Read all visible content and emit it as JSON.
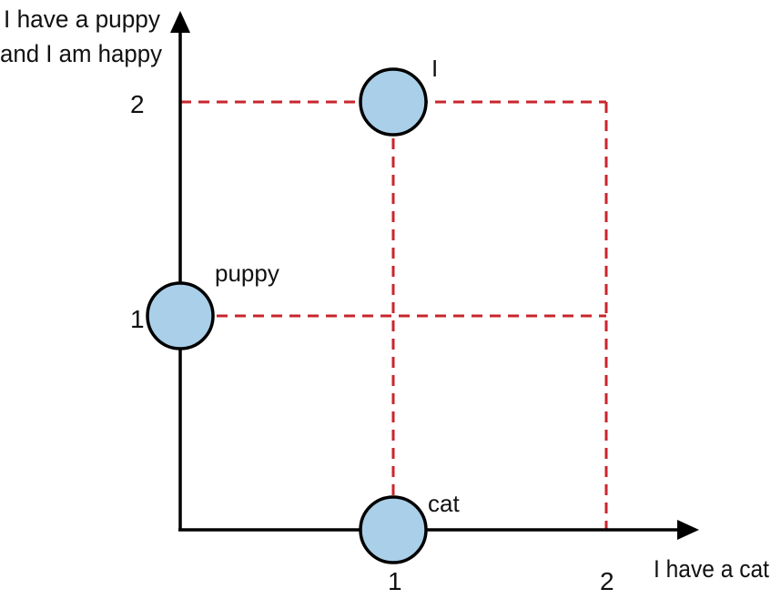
{
  "axes": {
    "x_title": "I have a cat",
    "y_title_line1": "I have a puppy",
    "y_title_line2": "and I am happy",
    "x_ticks": [
      "1",
      "2"
    ],
    "y_ticks": [
      "1",
      "2"
    ],
    "x_range": [
      0,
      2
    ],
    "y_range": [
      0,
      2
    ]
  },
  "points": [
    {
      "label": "cat",
      "x": 1,
      "y": 0
    },
    {
      "label": "puppy",
      "x": 0,
      "y": 1
    },
    {
      "label": "I",
      "x": 1,
      "y": 2
    }
  ],
  "colors": {
    "axis": "#000000",
    "guide": "#c9252c",
    "point_fill": "#a9cfe9",
    "point_stroke": "#000000"
  }
}
